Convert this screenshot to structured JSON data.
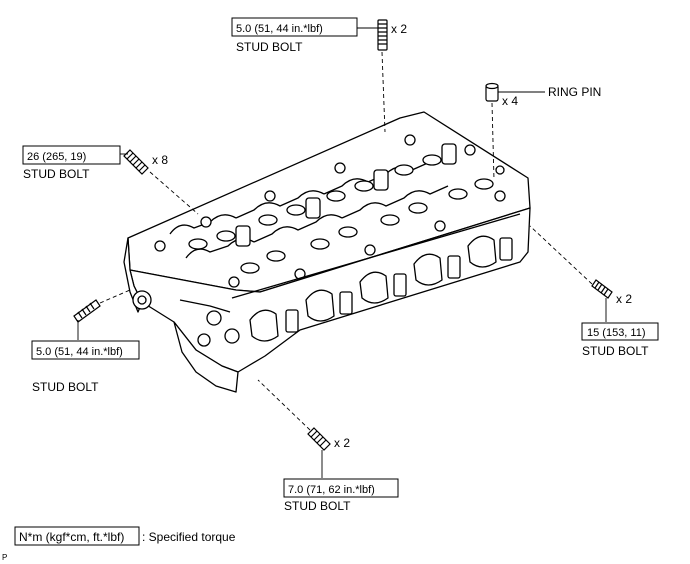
{
  "callouts": {
    "top": {
      "torque": "5.0 (51, 44 in.*lbf)",
      "part": "STUD BOLT",
      "qty": "x 2"
    },
    "ring_pin": {
      "part": "RING PIN",
      "qty": "x 4"
    },
    "upper_left": {
      "torque": "26 (265, 19)",
      "part": "STUD BOLT",
      "qty": "x 8"
    },
    "right": {
      "torque": "15 (153, 11)",
      "part": "STUD BOLT",
      "qty": "x 2"
    },
    "lower_left": {
      "torque": "5.0 (51, 44 in.*lbf)",
      "part": "STUD BOLT"
    },
    "bottom": {
      "torque": "7.0 (71, 62 in.*lbf)",
      "part": "STUD BOLT",
      "qty": "x 2"
    }
  },
  "legend": {
    "unit_box": "N*m (kgf*cm, ft.*lbf)",
    "description": ": Specified torque"
  },
  "figure_code": "P"
}
